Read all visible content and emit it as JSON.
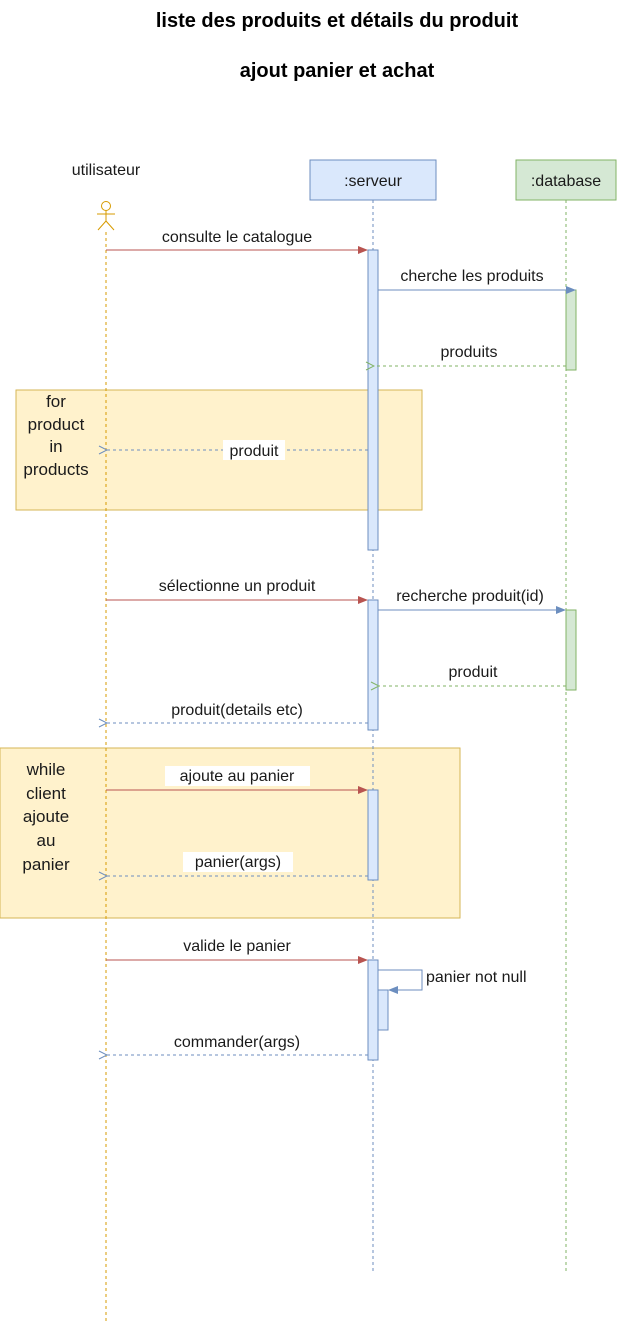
{
  "title_line1": "liste des produits et détails du produit",
  "title_line2": "ajout panier et achat",
  "actor": {
    "label": "utilisateur",
    "icon": "stick-figure-icon"
  },
  "participants": {
    "server": ":serveur",
    "database": ":database"
  },
  "fragments": {
    "loop": [
      "for",
      "product",
      "in",
      "products"
    ],
    "while": [
      "while",
      "client",
      "ajoute",
      "au",
      "panier"
    ]
  },
  "messages": {
    "m1": "consulte le catalogue",
    "m2": "cherche les produits",
    "m3": "produits",
    "m4": "produit",
    "m5": "sélectionne un produit",
    "m6": "recherche produit(id)",
    "m7": "produit",
    "m8": "produit(details etc)",
    "m9": "ajoute au panier",
    "m10": "panier(args)",
    "m11": "valide le panier",
    "m12": "panier not null",
    "m13": "commander(args)"
  },
  "colors": {
    "server_fill": "#dae8fc",
    "server_stroke": "#6c8ebf",
    "database_fill": "#d5e8d4",
    "database_stroke": "#82b366",
    "fragment_fill": "#fff2cc",
    "fragment_stroke": "#d6b656",
    "actor_stroke": "#d79b00",
    "request_arrow": "#b85450"
  }
}
